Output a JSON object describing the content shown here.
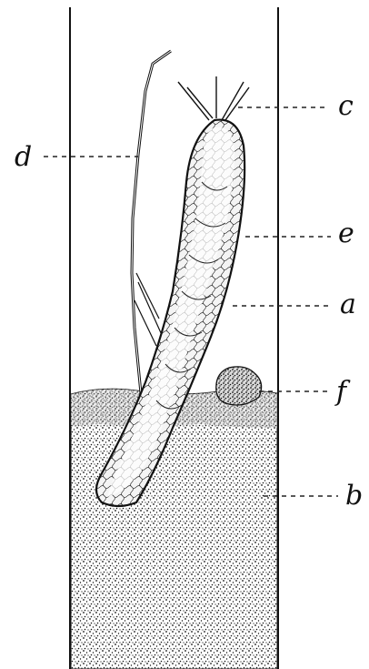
{
  "figure": {
    "labels": {
      "a": "a",
      "b": "b",
      "c": "c",
      "d": "d",
      "e": "e",
      "f": "f"
    },
    "colors": {
      "ink": "#111111",
      "paper": "#ffffff"
    }
  }
}
